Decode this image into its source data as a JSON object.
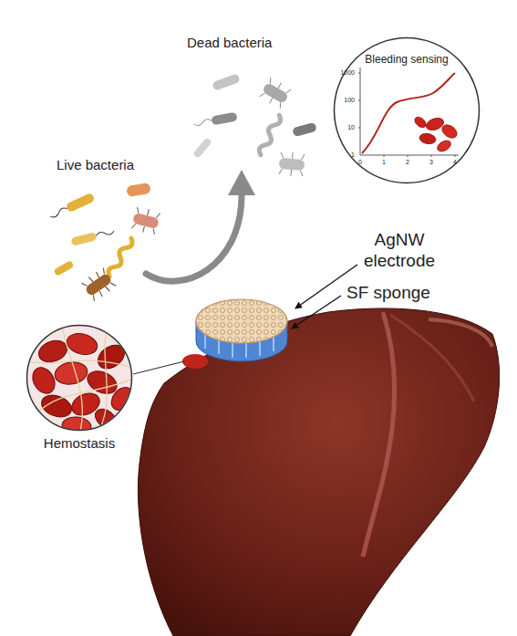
{
  "diagram": {
    "nodes": [
      {
        "text": [
          "Bleeding sensing"
        ]
      },
      {
        "text": [
          "Hemostasis"
        ]
      }
    ],
    "labels": [
      "Live bacteria",
      "Dead bacteria",
      "AgNW electrode",
      "SF sponge",
      "1000",
      "100",
      "10",
      "1",
      "0",
      "1",
      "2",
      "3",
      "4"
    ]
  }
}
